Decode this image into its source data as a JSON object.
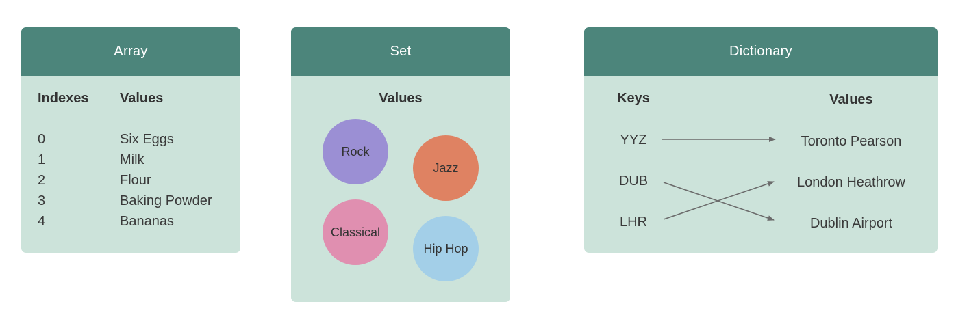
{
  "array": {
    "title": "Array",
    "index_header": "Indexes",
    "value_header": "Values",
    "indexes": [
      "0",
      "1",
      "2",
      "3",
      "4"
    ],
    "values": [
      "Six Eggs",
      "Milk",
      "Flour",
      "Baking Powder",
      "Bananas"
    ]
  },
  "set": {
    "title": "Set",
    "value_header": "Values",
    "items": [
      {
        "label": "Rock",
        "color": "#9b8fd4"
      },
      {
        "label": "Jazz",
        "color": "#df8262"
      },
      {
        "label": "Classical",
        "color": "#e08fb0"
      },
      {
        "label": "Hip Hop",
        "color": "#a3cfe8"
      }
    ]
  },
  "dictionary": {
    "title": "Dictionary",
    "key_header": "Keys",
    "value_header": "Values",
    "keys": [
      "YYZ",
      "DUB",
      "LHR"
    ],
    "values": [
      "Toronto Pearson",
      "London Heathrow",
      "Dublin Airport"
    ],
    "mapping": [
      {
        "key": "YYZ",
        "value": "Toronto Pearson"
      },
      {
        "key": "DUB",
        "value": "Dublin Airport"
      },
      {
        "key": "LHR",
        "value": "London Heathrow"
      }
    ],
    "arrow_color": "#6b6b6b"
  }
}
